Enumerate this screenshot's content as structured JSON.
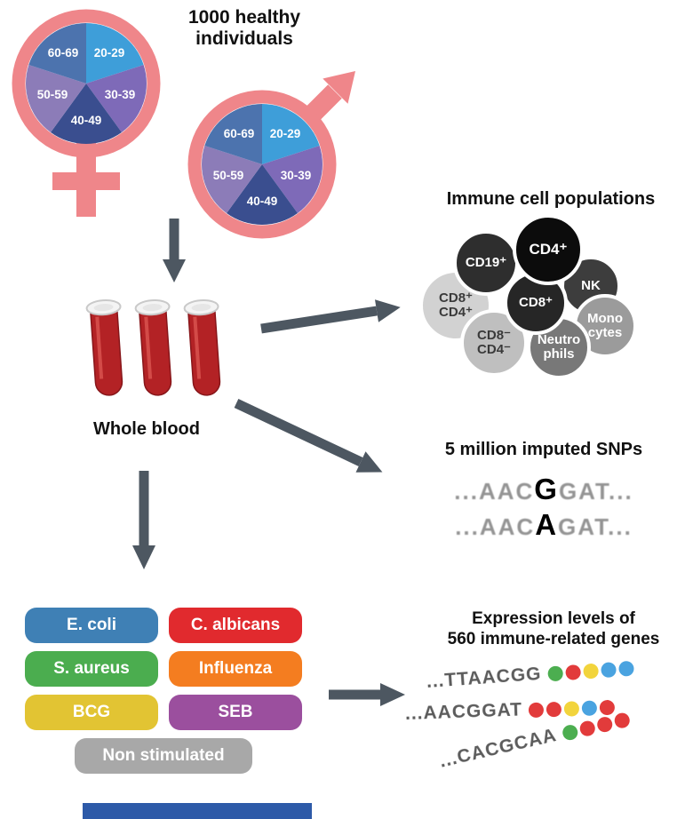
{
  "header": {
    "title": "1000 healthy\nindividuals"
  },
  "age_pie": {
    "ring_color": "#ef868a",
    "slices": [
      {
        "label": "20-29",
        "color": "#3e9ed9"
      },
      {
        "label": "30-39",
        "color": "#7e6ab8"
      },
      {
        "label": "40-49",
        "color": "#3a4e8f"
      },
      {
        "label": "50-59",
        "color": "#8c7cb8"
      },
      {
        "label": "60-69",
        "color": "#4c73ae"
      }
    ]
  },
  "whole_blood": {
    "label": "Whole blood"
  },
  "immune": {
    "title": "Immune cell populations",
    "cells": [
      {
        "label": "CD19⁺",
        "color": "#2e2e2e",
        "text_color": "#ffffff"
      },
      {
        "label": "CD4⁺",
        "color": "#0c0c0c",
        "text_color": "#ffffff"
      },
      {
        "label": "NK",
        "color": "#3d3d3d",
        "text_color": "#ffffff"
      },
      {
        "label": "CD8⁺",
        "color": "#262626",
        "text_color": "#ffffff"
      },
      {
        "label": "CD8⁺\nCD4⁺",
        "color": "#d2d2d2",
        "text_color": "#3a3a3a"
      },
      {
        "label": "Mono\ncytes",
        "color": "#9b9b9b",
        "text_color": "#ffffff"
      },
      {
        "label": "Neutro\nphils",
        "color": "#787878",
        "text_color": "#ffffff"
      },
      {
        "label": "CD8⁻\nCD4⁻",
        "color": "#bfbfbf",
        "text_color": "#3a3a3a"
      }
    ]
  },
  "snps": {
    "title": "5 million imputed SNPs",
    "rows": [
      {
        "pre": "...AAC",
        "variant": "G",
        "post": "GAT..."
      },
      {
        "pre": "...AAC",
        "variant": "A",
        "post": "GAT..."
      }
    ]
  },
  "stimuli": {
    "items": [
      {
        "label": "E. coli",
        "color": "#3f80b5"
      },
      {
        "label": "C. albicans",
        "color": "#e12a2e"
      },
      {
        "label": "S. aureus",
        "color": "#4bad4f"
      },
      {
        "label": "Influenza",
        "color": "#f47d20"
      },
      {
        "label": "BCG",
        "color": "#e2c433"
      },
      {
        "label": "SEB",
        "color": "#9b4f9e"
      },
      {
        "label": "Non stimulated",
        "color": "#a8a8a8"
      }
    ]
  },
  "expression": {
    "title": "Expression levels of\n560 immune-related genes",
    "rows": [
      {
        "seq": "...TTAACGG",
        "dots": [
          "#4cae50",
          "#e23b3b",
          "#f2d43c",
          "#4aa3e0",
          "#4aa3e0"
        ]
      },
      {
        "seq": "...AACGGAT",
        "dots": [
          "#e23b3b",
          "#e23b3b",
          "#f2d43c",
          "#4aa3e0",
          "#e23b3b"
        ]
      },
      {
        "seq": "...CACGCAA",
        "dots": [
          "#4cae50",
          "#e23b3b",
          "#e23b3b",
          "#e23b3b"
        ]
      }
    ]
  },
  "arrow_color": "#4d5761",
  "footer": {
    "bar_color": "#2d5aa8"
  }
}
